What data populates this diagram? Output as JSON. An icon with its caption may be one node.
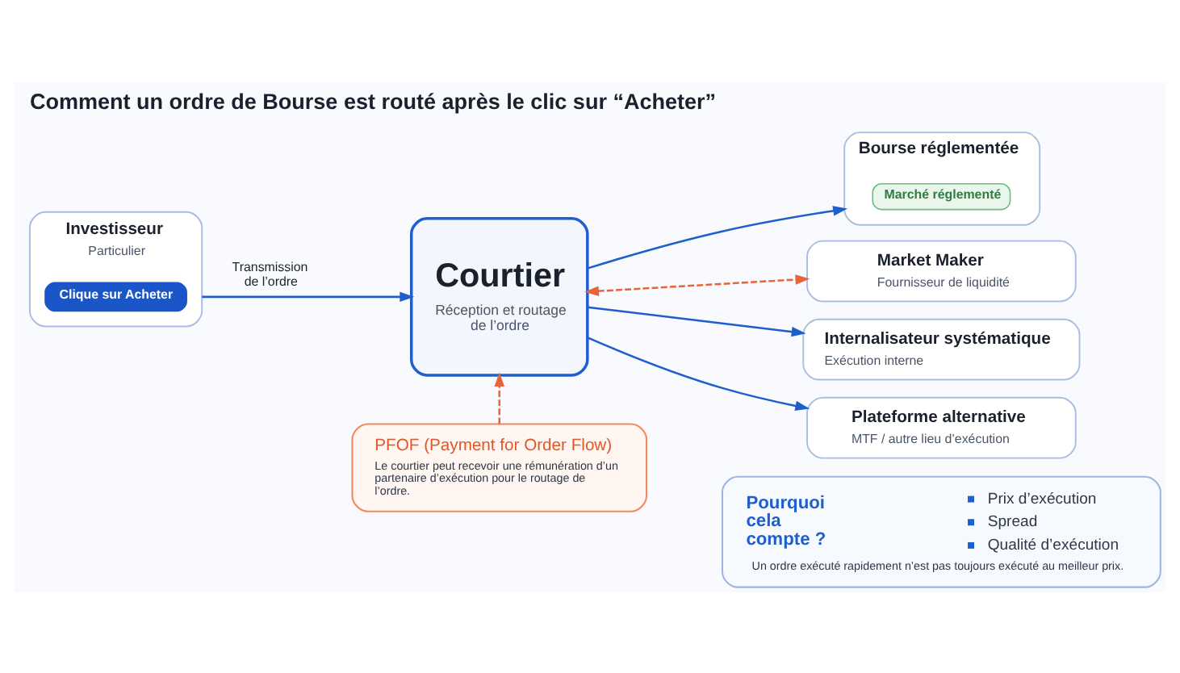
{
  "diagram": {
    "title": "Comment un ordre de Bourse est routé après le clic sur “Acheter”",
    "nodes": [
      {
        "text": [
          "Investisseur",
          "Particulier"
        ]
      },
      {
        "text": [
          "Clique sur Acheter"
        ],
        "in": 0
      },
      {
        "text": [
          "Courtier",
          "Réception et routage de l’ordre"
        ]
      },
      {
        "text": [
          "Bourse réglementée"
        ]
      },
      {
        "text": [
          "Marché réglementé"
        ],
        "in": 3
      },
      {
        "text": [
          "Market Maker",
          "Fournisseur de liquidité"
        ]
      },
      {
        "text": [
          "Internalisateur systématique",
          "Exécution interne"
        ]
      },
      {
        "text": [
          "Plateforme alternative",
          "MTF / autre lieu d’exécution"
        ]
      },
      {
        "text": [
          "PFOF (Payment for Order Flow)",
          "Le courtier peut recevoir une rémunération d’un partenaire d’exécution pour le routage de l’ordre."
        ]
      },
      {
        "text": [
          "Pourquoi cela compte ?",
          "Prix d’exécution",
          "Spread",
          "Qualité d’exécution",
          "Un ordre exécuté rapidement n’est pas toujours exécuté au meilleur prix."
        ]
      }
    ],
    "edges": [
      {
        "from": 0,
        "to": 2,
        "arrow": "to",
        "label": "Transmission de l’ordre"
      },
      {
        "from": 2,
        "to": 3,
        "arrow": "to"
      },
      {
        "from": 2,
        "to": 5,
        "arrow": "both",
        "style": "dashed",
        "color": "#e8643a"
      },
      {
        "from": 2,
        "to": 6,
        "arrow": "to"
      },
      {
        "from": 2,
        "to": 7,
        "arrow": "to"
      },
      {
        "from": 8,
        "to": 2,
        "arrow": "to",
        "style": "dashed",
        "color": "#e8643a"
      }
    ]
  }
}
